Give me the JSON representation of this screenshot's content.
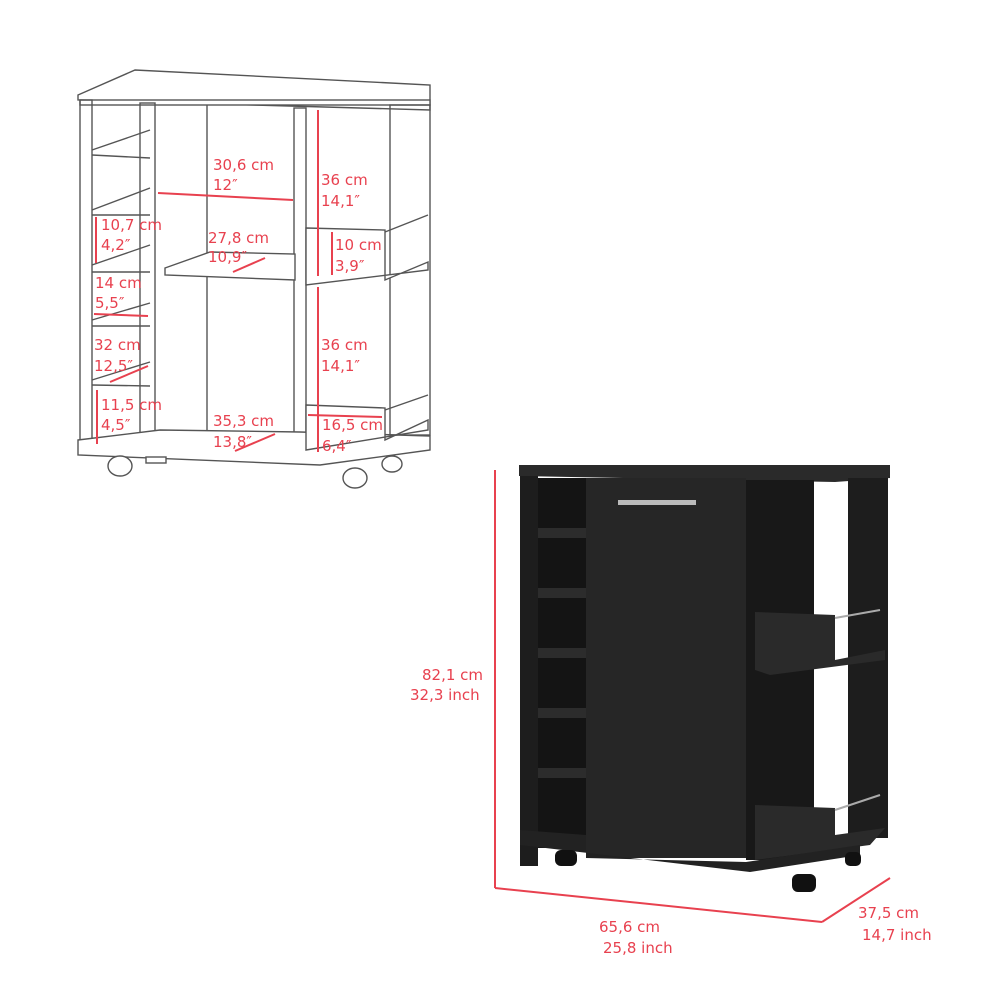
{
  "colors": {
    "dimension": "#e8414f",
    "cabinet": "#1f1f1f",
    "outline": "#555555"
  },
  "line_drawing": {
    "labels": [
      {
        "cm": "30,6 cm",
        "in": "12″"
      },
      {
        "cm": "36 cm",
        "in": "14,1″"
      },
      {
        "cm": "10,7 cm",
        "in": "4,2″"
      },
      {
        "cm": "27,8 cm",
        "in": "10,9″"
      },
      {
        "cm": "10 cm",
        "in": "3,9″"
      },
      {
        "cm": "14 cm",
        "in": "5,5″"
      },
      {
        "cm": "32 cm",
        "in": "12,5″"
      },
      {
        "cm": "36 cm",
        "in": "14,1″"
      },
      {
        "cm": "11,5 cm",
        "in": "4,5″"
      },
      {
        "cm": "35,3 cm",
        "in": "13,8″"
      },
      {
        "cm": "16,5 cm",
        "in": "6,4″"
      }
    ]
  },
  "product": {
    "height": {
      "cm": "82,1 cm",
      "in": "32,3 inch"
    },
    "width": {
      "cm": "65,6 cm",
      "in": "25,8 inch"
    },
    "depth": {
      "cm": "37,5 cm",
      "in": "14,7 inch"
    }
  }
}
